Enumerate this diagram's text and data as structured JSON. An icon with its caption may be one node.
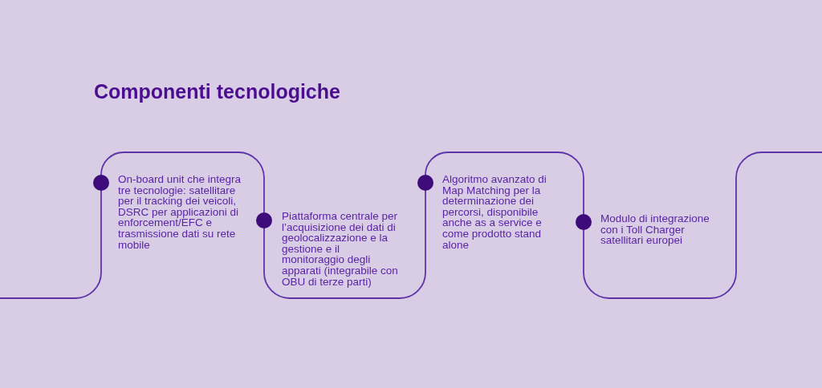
{
  "diagram": {
    "title": "Componenti tecnologiche",
    "nodes": [
      {
        "text": [],
        "shape": "circle",
        "beside": [
          "On-board unit che integra tre tecnologie: satellitare per il tracking dei veicoli, DSRC per applicazioni di enforcement/EFC e trasmissione dati su rete mobile"
        ]
      },
      {
        "text": [],
        "shape": "circle",
        "beside": [
          "Piattaforma centrale per l’acquisizione dei dati di geolocalizzazione e la gestione e il monitoraggio degli apparati (integrabile con OBU di terze parti)"
        ]
      },
      {
        "text": [],
        "shape": "circle",
        "beside": [
          "Algoritmo avanzato di Map Matching per la determinazione dei percorsi, disponibile anche as a service e come prodotto stand alone"
        ]
      },
      {
        "text": [],
        "shape": "circle",
        "beside": [
          "Modulo di integrazione con i Toll Charger satellitari europei"
        ]
      }
    ],
    "edges": [
      {
        "from": null,
        "to": 0,
        "arrow": "none"
      },
      {
        "from": 0,
        "to": 1,
        "arrow": "none"
      },
      {
        "from": 1,
        "to": 2,
        "arrow": "none"
      },
      {
        "from": 2,
        "to": 3,
        "arrow": "none"
      },
      {
        "from": 3,
        "to": null,
        "arrow": "none"
      }
    ]
  }
}
